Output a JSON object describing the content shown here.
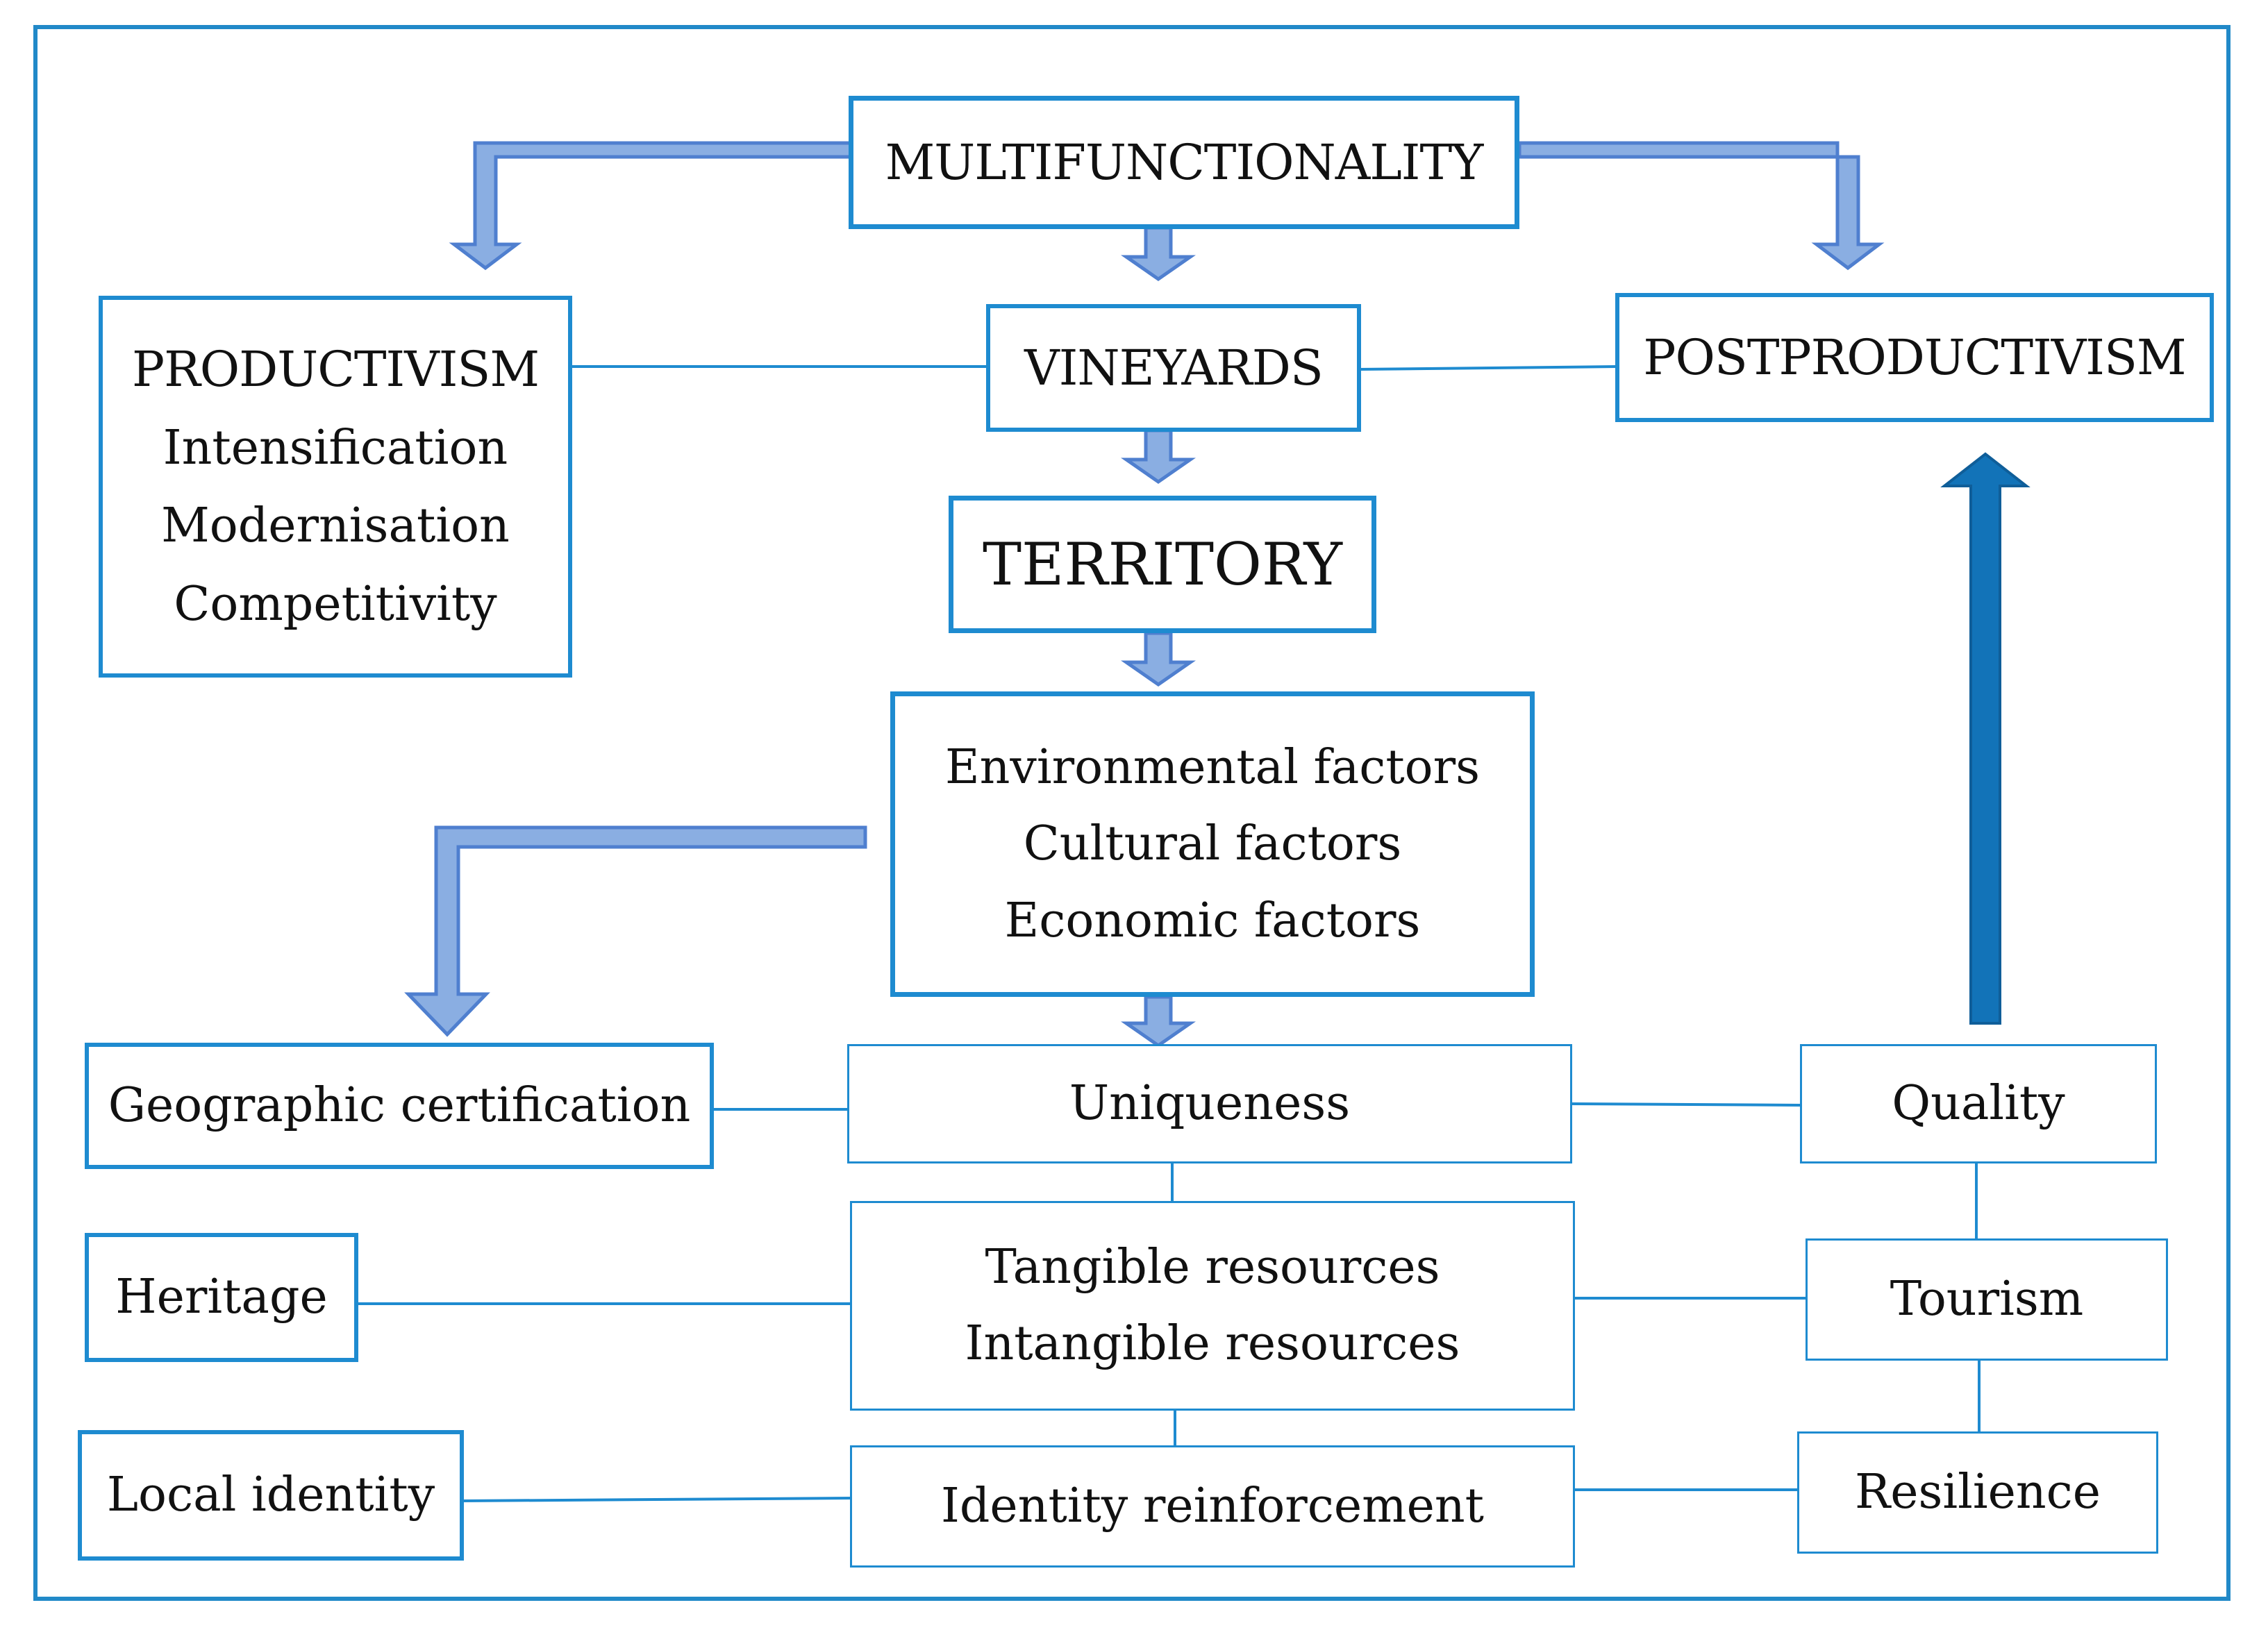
{
  "diagram": {
    "multifunctionality": "MULTIFUNCTIONALITY",
    "vineyards": "VINEYARDS",
    "territory": "TERRITORY",
    "productivism": {
      "title": "PRODUCTIVISM",
      "items": [
        "Intensification",
        "Modernisation",
        "Competitivity"
      ]
    },
    "postproductivism": "POSTPRODUCTIVISM",
    "factors": [
      "Environmental factors",
      "Cultural factors",
      "Economic factors"
    ],
    "geographic_certification": "Geographic certification",
    "uniqueness": "Uniqueness",
    "quality": "Quality",
    "heritage": "Heritage",
    "resources": [
      "Tangible resources",
      "Intangible resources"
    ],
    "tourism": "Tourism",
    "local_identity": "Local identity",
    "identity_reinforcement": "Identity reinforcement",
    "resilience": "Resilience"
  },
  "colors": {
    "box_border": "#1e8bd0",
    "connector": "#1e8bd0",
    "arrow_fill": "#8aaee2",
    "arrow_stroke": "#4f7fcf",
    "big_arrow_fill": "#1273b8",
    "frame": "#2189c8"
  }
}
